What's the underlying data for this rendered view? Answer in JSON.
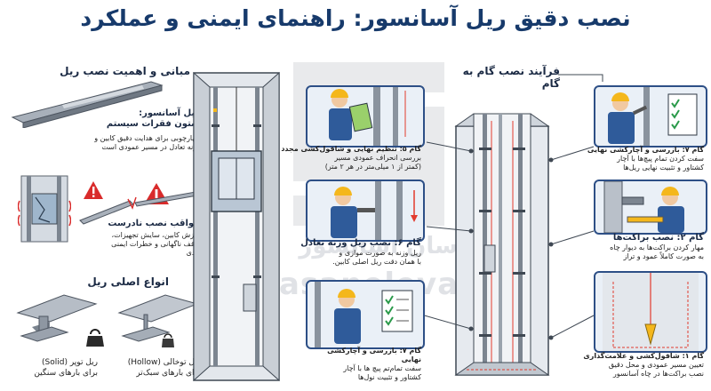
{
  "title": "نصب دقیق ریل آسانسور: راهنمای ایمنی و عملکرد",
  "left": {
    "heading": "مبانی و اهمیت نصب ریل",
    "rail": {
      "title_line1": "ریل آسانسور:",
      "title_line2": "ستون فقرات سیستم",
      "desc_line1": "چهارچوبی برای هدایت دقیق کابین و",
      "desc_line2": "وزنه تعادل در مسیر عمودی است"
    },
    "faulty": {
      "title": "عواقب نصب نادرست",
      "line1": "لرزش کابین، سایش تجهیزات،",
      "line2": "توقف ناگهانی و خطرات ایمنی",
      "line3": "جدی"
    },
    "types": {
      "heading": "انواع اصلی ریل",
      "solid_line1": "ریل توپر (Solid)",
      "solid_line2": "برای بارهای سنگین",
      "hollow_line1": "ریل توخالی (Hollow)",
      "hollow_line2": "برای بارهای سبک‌تر"
    }
  },
  "process": {
    "heading": "فرآیند نصب گام به گام",
    "step5": {
      "line1": "گام ۵: تنظیم نهایی و شاقول‌کشی مجدد",
      "line2": "بررسی انحراف عمودی مسیر",
      "line3": "(کمتر از ۱ میلی‌متر در هر ۲ متر)"
    },
    "step6": {
      "title": "گام ۶: نصب ریل وزنه تعادل",
      "line1": "ریل وزنه به صورت موازی و",
      "line2": "با همان دقت ریل اصلی کابین."
    },
    "step7_left": {
      "line1": "گام ۷: بازرسی و آچارکشی",
      "line2": "نهایی",
      "line3": "سفت تمام‌تم پیچ ها با آچار",
      "line4": "کشتاور و تثبیت نول‌ها"
    },
    "step7_right": {
      "line1": "گام ۷: بازرسی و آچارکشی نهایی",
      "line2": "سفت کردن تمام پیچ‌ها با آچار",
      "line3": "کشتاور و تثبیت نهایی ریل‌ها"
    },
    "step2": {
      "title": "گام ۲: نصب براکت‌ها",
      "line1": "مهار کردن براکت‌ها به دیوار چاه",
      "line2": "به صورت کاملاً عمود و تراز"
    },
    "step1": {
      "line1": "گام ۱: شاقول‌کشی و علامت‌گذاری",
      "line2": "تعیین مسیر عمودی و محل دقیق",
      "line3": "نصب براکت‌ها در چاه آسانسور"
    }
  },
  "watermark": {
    "fa": "آسان آسانسور",
    "en": "aasanelevator"
  },
  "colors": {
    "title": "#173a6b",
    "steel": "#8a939e",
    "frame": "#2d4f86",
    "helmet": "#f4b71c",
    "warning": "#d92b2b",
    "arrow": "#e23b2e",
    "shirt": "#2f5b9a"
  }
}
